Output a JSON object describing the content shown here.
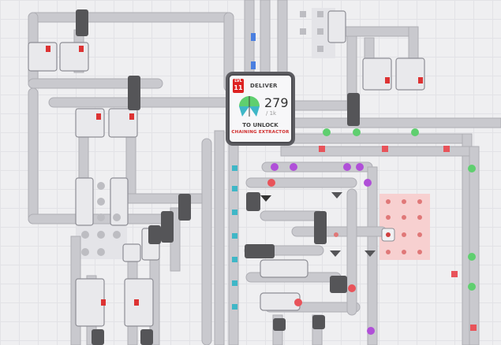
{
  "hub": {
    "level_label": "LVL",
    "level": "11",
    "deliver_label": "DELIVER",
    "delivered_count": "279",
    "goal": "/ 1k",
    "unlock_label": "TO UNLOCK",
    "reward": "CHAINING EXTRACTOR",
    "shape_icon": "green-teal-quarter-shape-icon"
  },
  "colors": {
    "background": "#efeff1",
    "belt": "#c9c9ce",
    "building_dark": "#555558",
    "accent_red": "#d22222",
    "shape_green": "#5fcf6f",
    "shape_purple": "#b04fd8",
    "shape_red": "#e8535a",
    "shape_teal": "#3fb7c7",
    "shape_blue": "#4a7fe0",
    "heart_zone": "#f7d0d0"
  },
  "icons": [
    "trash-icon",
    "rotator-icon",
    "cutter-icon",
    "balancer-icon",
    "belt-arrow-icon",
    "heart-shape-icon"
  ]
}
